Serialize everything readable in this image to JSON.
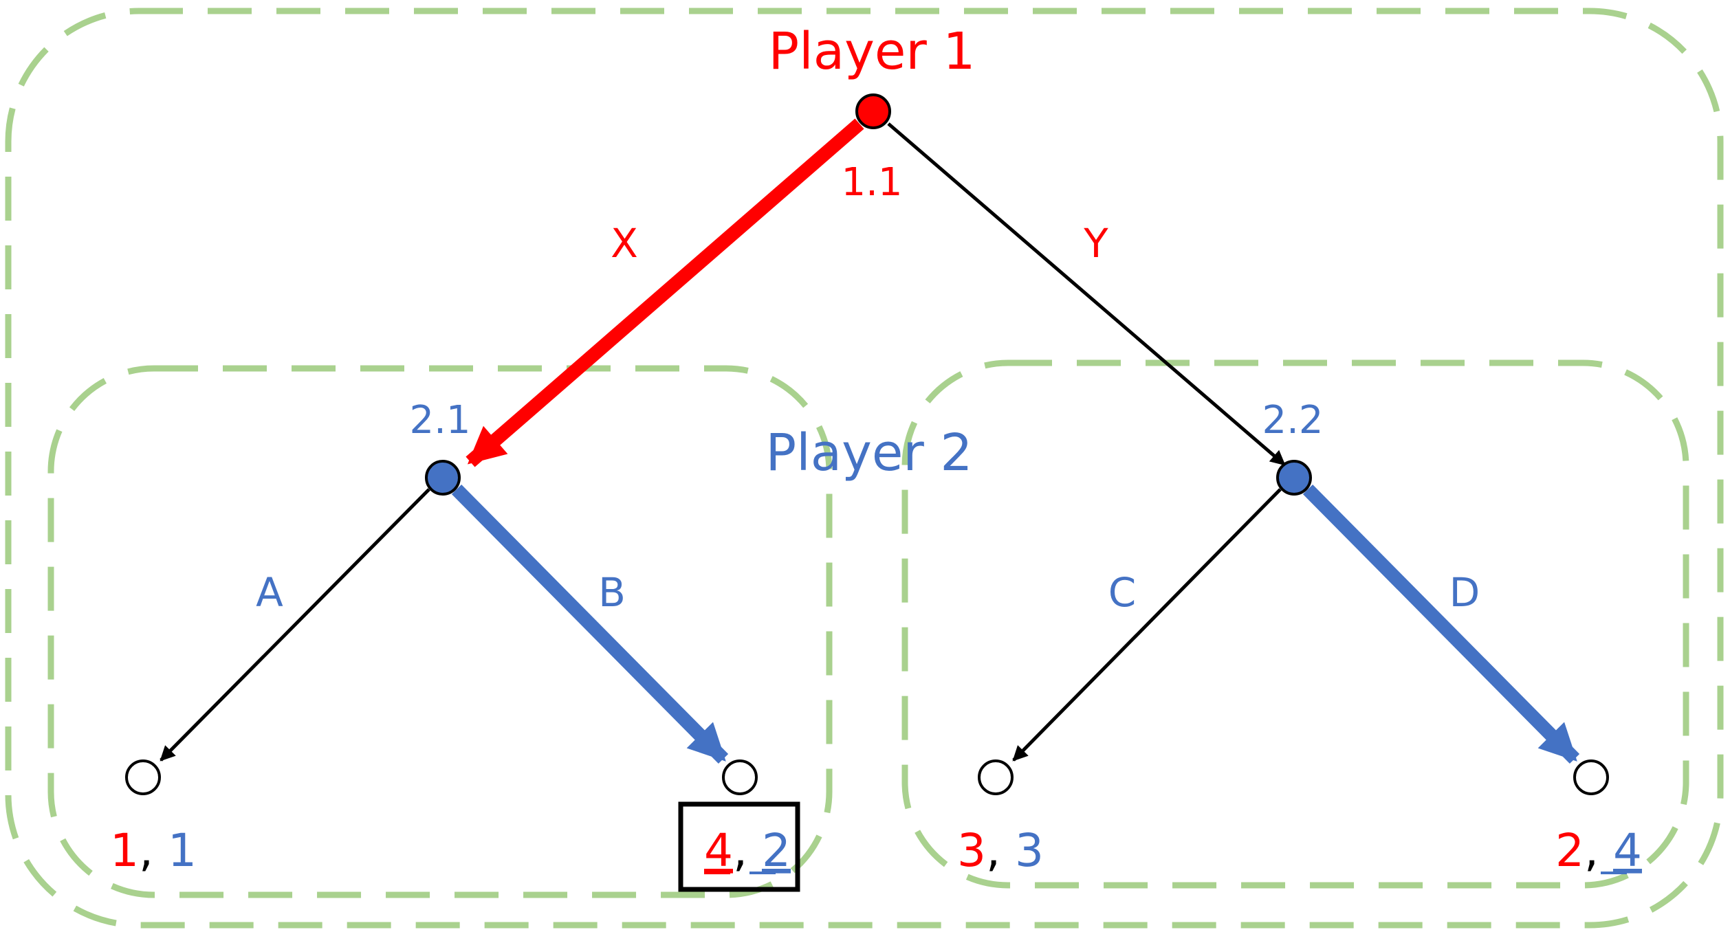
{
  "colors": {
    "player1": "#ff0000",
    "player2": "#4472c4",
    "subgame_border": "#a9d18e",
    "edge": "#000000",
    "terminal_fill": "#ffffff",
    "text_dark": "#000000"
  },
  "labels": {
    "player1": "Player 1",
    "player2": "Player 2"
  },
  "nodes": {
    "root": {
      "id": "1.1",
      "owner": "player1"
    },
    "left": {
      "id": "2.1",
      "owner": "player2"
    },
    "right": {
      "id": "2.2",
      "owner": "player2"
    }
  },
  "actions": {
    "X": {
      "label": "X",
      "owner": "player1",
      "chosen": true
    },
    "Y": {
      "label": "Y",
      "owner": "player1",
      "chosen": false
    },
    "A": {
      "label": "A",
      "owner": "player2",
      "chosen": false
    },
    "B": {
      "label": "B",
      "owner": "player2",
      "chosen": true
    },
    "C": {
      "label": "C",
      "owner": "player2",
      "chosen": false
    },
    "D": {
      "label": "D",
      "owner": "player2",
      "chosen": true
    }
  },
  "payoffs": {
    "A": {
      "p1": "1",
      "sep": ",",
      "p2": "1",
      "p1_underlined": false,
      "p2_underlined": false
    },
    "B": {
      "p1": "4",
      "sep": ",",
      "p2": "2",
      "p1_underlined": true,
      "p2_underlined": true,
      "highlighted": true
    },
    "C": {
      "p1": "3",
      "sep": ",",
      "p2": "3",
      "p1_underlined": false,
      "p2_underlined": false
    },
    "D": {
      "p1": "2",
      "sep": ",",
      "p2": "4",
      "p1_underlined": false,
      "p2_underlined": true
    }
  }
}
